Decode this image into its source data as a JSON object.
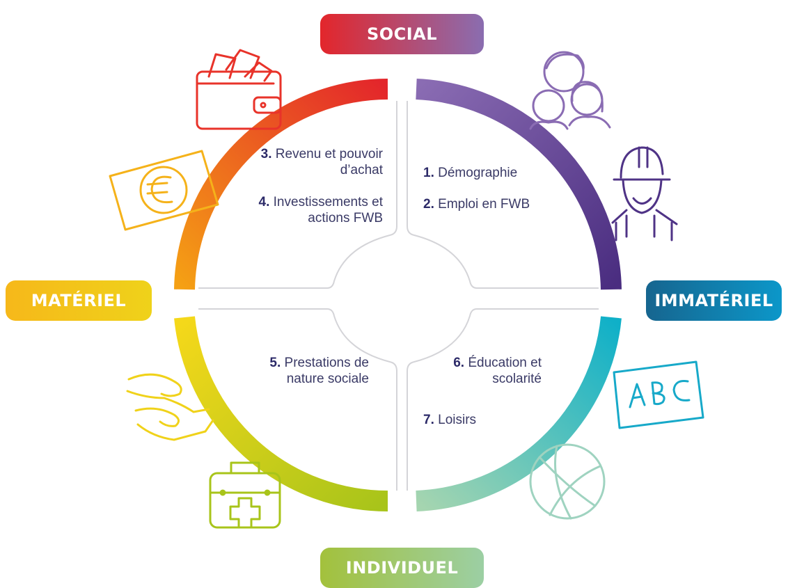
{
  "axes": {
    "top": "SOCIAL",
    "left": "MATÉRIEL",
    "right": "IMMATÉRIEL",
    "bottom": "INDIVIDUEL"
  },
  "quadrants": {
    "top_left": {
      "items": [
        {
          "num": "3.",
          "text": "Revenu et pouvoir d’achat"
        },
        {
          "num": "4.",
          "text": "Investissements et actions FWB"
        }
      ],
      "gradient": [
        "#f0a01a",
        "#e8322a"
      ]
    },
    "top_right": {
      "items": [
        {
          "num": "1.",
          "text": "Démographie"
        },
        {
          "num": "2.",
          "text": "Emploi en FWB"
        }
      ],
      "gradient": [
        "#8a6cb3",
        "#4a2d80"
      ]
    },
    "bottom_left": {
      "items": [
        {
          "num": "5.",
          "text": "Prestations de nature sociale"
        }
      ],
      "gradient": [
        "#f3d81a",
        "#a9c41a"
      ]
    },
    "bottom_right": {
      "items": [
        {
          "num": "6.",
          "text": "Éducation et scolarité"
        },
        {
          "num": "7.",
          "text": "Loisirs"
        }
      ],
      "gradient": [
        "#17b0c8",
        "#9fd3b0"
      ]
    }
  },
  "icons": [
    "wallet-icon",
    "banknote-euro-icon",
    "family-icon",
    "worker-hardhat-icon",
    "giving-hands-icon",
    "first-aid-kit-icon",
    "abc-board-icon",
    "basketball-icon"
  ],
  "colors": {
    "social": [
      "#e3262b",
      "#8a6db0"
    ],
    "materiel": [
      "#f6b81a",
      "#f0d21a"
    ],
    "immateriel": [
      "#16658f",
      "#0c97c9"
    ],
    "individuel": [
      "#a3c13c",
      "#9ccfa4"
    ],
    "text": "#3a3a66"
  }
}
